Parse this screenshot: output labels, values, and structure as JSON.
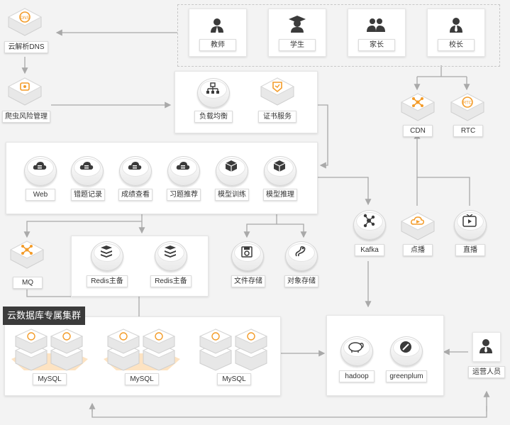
{
  "roles": [
    {
      "label": "教师",
      "icon": "teacher-icon"
    },
    {
      "label": "学生",
      "icon": "student-icon"
    },
    {
      "label": "家长",
      "icon": "parent-icon"
    },
    {
      "label": "校长",
      "icon": "principal-icon"
    }
  ],
  "dns": {
    "label": "云解析DNS",
    "icon": "dns-icon"
  },
  "crawler": {
    "label": "爬虫风险管理",
    "icon": "crawler-risk-icon"
  },
  "gateway": [
    {
      "label": "负载均衡",
      "icon": "load-balancer-icon"
    },
    {
      "label": "证书服务",
      "icon": "certificate-icon"
    }
  ],
  "edge": [
    {
      "label": "CDN",
      "icon": "cdn-icon"
    },
    {
      "label": "RTC",
      "icon": "rtc-icon"
    }
  ],
  "apps": [
    {
      "label": "Web",
      "icon": "cloud-server-icon"
    },
    {
      "label": "错题记录",
      "icon": "cloud-server-icon"
    },
    {
      "label": "成绩查看",
      "icon": "cloud-server-icon"
    },
    {
      "label": "习题推荐",
      "icon": "cloud-server-icon"
    },
    {
      "label": "模型训练",
      "icon": "cube-icon"
    },
    {
      "label": "模型推理",
      "icon": "cube-icon"
    }
  ],
  "mq": {
    "label": "MQ",
    "icon": "mq-icon"
  },
  "redis": [
    {
      "label": "Redis主备",
      "icon": "redis-icon"
    },
    {
      "label": "Redis主备",
      "icon": "redis-icon"
    }
  ],
  "storage": [
    {
      "label": "文件存储",
      "icon": "file-storage-icon"
    },
    {
      "label": "对象存储",
      "icon": "object-storage-icon"
    }
  ],
  "kafka": {
    "label": "Kafka",
    "icon": "kafka-icon"
  },
  "media": [
    {
      "label": "点播",
      "icon": "vod-icon"
    },
    {
      "label": "直播",
      "icon": "live-icon"
    }
  ],
  "db_title": "云数据库专属集群",
  "mysql": [
    {
      "label": "MySQL"
    },
    {
      "label": "MySQL"
    },
    {
      "label": "MySQL"
    }
  ],
  "bigdata": [
    {
      "label": "hadoop",
      "icon": "hadoop-icon"
    },
    {
      "label": "greenplum",
      "icon": "greenplum-icon"
    }
  ],
  "operator": {
    "label": "运营人员",
    "icon": "operator-icon"
  },
  "colors": {
    "accent": "#f39c2a",
    "line": "#a9a9a9",
    "dark": "#3b3b3b"
  }
}
